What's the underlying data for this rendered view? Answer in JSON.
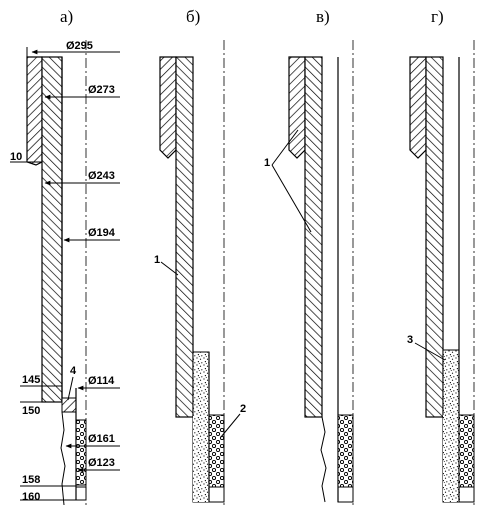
{
  "panels": [
    "а)",
    "б)",
    "в)",
    "г)"
  ],
  "dimensions": {
    "d295": "Ø295",
    "d273": "Ø273",
    "d243": "Ø243",
    "d194": "Ø194",
    "d114": "Ø114",
    "d161": "Ø161",
    "d123": "Ø123"
  },
  "depths": [
    "10",
    "145",
    "150",
    "158",
    "160"
  ],
  "callouts": [
    "1",
    "2",
    "3",
    "4"
  ]
}
